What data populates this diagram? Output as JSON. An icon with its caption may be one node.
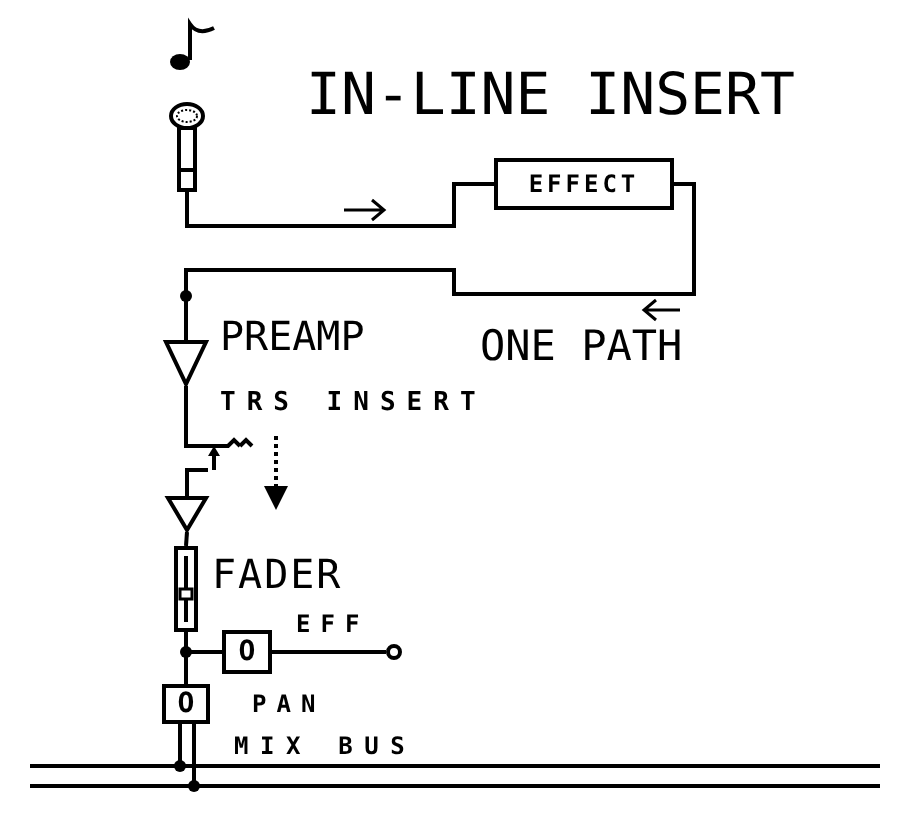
{
  "diagram": {
    "title": "IN-LINE INSERT",
    "nodes": [
      {
        "text": [],
        "shape": "microphone"
      },
      {
        "text": [
          "EFFECT"
        ]
      },
      {
        "text": [],
        "shape": "triangle",
        "beside": [
          "PREAMP"
        ]
      },
      {
        "text": [],
        "shape": "jack",
        "beside": [
          "TRS INSERT"
        ]
      },
      {
        "text": [],
        "shape": "triangle"
      },
      {
        "text": [],
        "shape": "slider",
        "beside": [
          "FADER"
        ]
      },
      {
        "text": [
          "O"
        ]
      },
      {
        "text": [],
        "shape": "circle"
      },
      {
        "text": [
          "O"
        ]
      },
      {
        "text": [],
        "shape": "bar",
        "beside": [
          "MIX BUS"
        ]
      }
    ],
    "edges": [
      {
        "from": 0,
        "to": 1,
        "arrow": "none"
      },
      {
        "from": 1,
        "to": 2,
        "arrow": "none"
      },
      {
        "from": 2,
        "to": 3,
        "arrow": "none"
      },
      {
        "from": 3,
        "to": 4,
        "arrow": "none"
      },
      {
        "from": 4,
        "to": 5,
        "arrow": "none"
      },
      {
        "from": 5,
        "to": 6,
        "arrow": "none"
      },
      {
        "from": 6,
        "to": 7,
        "arrow": "none",
        "label": "EFF"
      },
      {
        "from": 5,
        "to": 8,
        "arrow": "none"
      },
      {
        "from": 8,
        "to": 9,
        "arrow": "other"
      },
      {
        "from": 8,
        "to": 9,
        "arrow": "other"
      }
    ],
    "labels": [
      "ONE PATH",
      "PAN"
    ]
  }
}
